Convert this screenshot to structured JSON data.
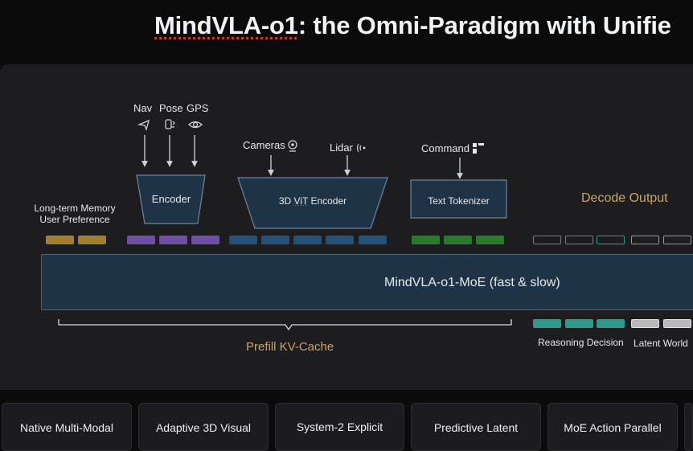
{
  "title_brand": "MindVLA-o1",
  "title_rest": ": the Omni-Paradigm with Unifie",
  "inputs": {
    "nav": "Nav",
    "pose": "Pose",
    "gps": "GPS",
    "cameras": "Cameras",
    "lidar": "Lidar",
    "command": "Command"
  },
  "encoders": {
    "encoder": "Encoder",
    "vit_prefix": "3D ",
    "vit_brand": "ViT",
    "vit_suffix": " Encoder",
    "text_tokenizer": "Text Tokenizer"
  },
  "memory": {
    "line1": "Long-term Memory",
    "line2": "User Preference"
  },
  "decode_output": "Decode Output",
  "main_model": "MindVLA-o1-MoE (fast & slow)",
  "prefill": "Prefill KV-Cache",
  "outputs": {
    "reasoning_decision": "Reasoning Decision",
    "latent_world": "Latent World"
  },
  "bottom_cards": [
    "Native Multi-Modal",
    "Adaptive 3D Visual",
    "System-2 Explicit",
    "Predictive Latent",
    "MoE Action Parallel"
  ],
  "colors": {
    "memory_tokens": "#a0802e",
    "pose_tokens": "#6f4fa6",
    "vision_tokens": "#23517a",
    "text_tokens": "#2a7a2c",
    "reasoning_tokens": "#2c9a8c",
    "world_tokens": "#b9b9b9",
    "accent_gold": "#c9a46a"
  },
  "icons": [
    "nav-icon",
    "pose-icon",
    "gps-eye-icon",
    "camera-icon",
    "lidar-icon",
    "command-icon"
  ]
}
